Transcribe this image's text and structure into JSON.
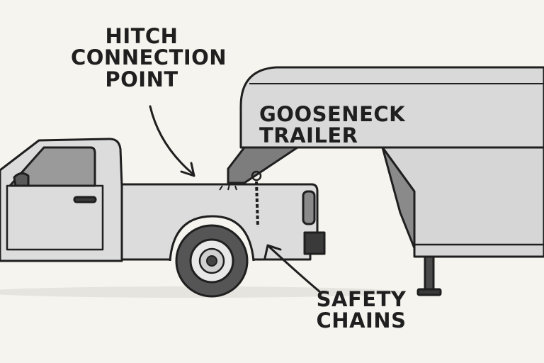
{
  "labels": {
    "hitch_line1": "HITCH",
    "hitch_line2": "CONNECTION",
    "hitch_line3": "POINT",
    "trailer": "GOOSENECK TRAILER",
    "chains_line1": "SAFETY",
    "chains_line2": "CHAINS"
  },
  "colors": {
    "background": "#f6f4ee",
    "outline": "#1f1f1f",
    "truck_body": "#dcdcdc",
    "trailer_body": "#d6d6d6",
    "tire": "#555555"
  }
}
